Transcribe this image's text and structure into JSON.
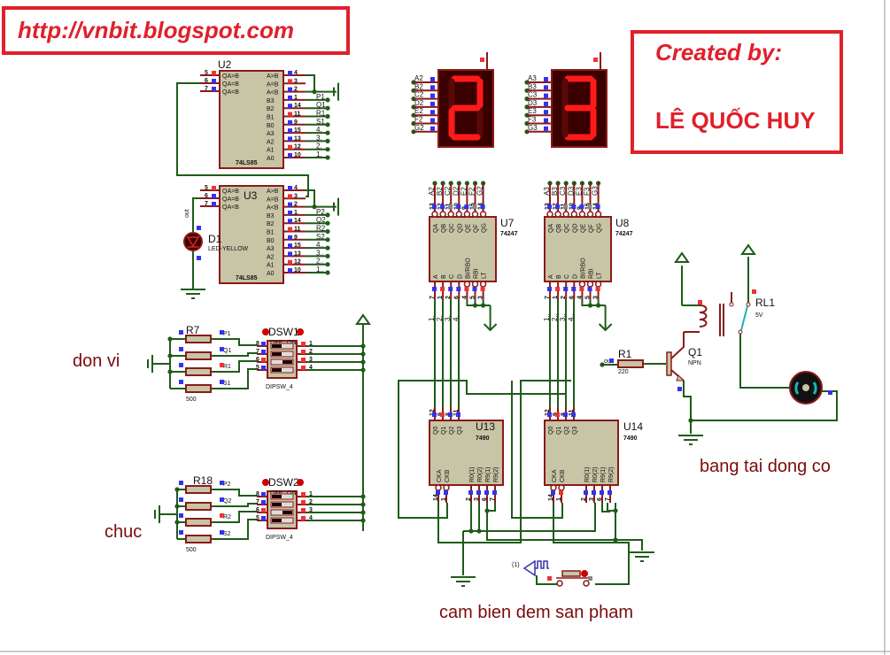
{
  "header_url": "http://vnbit.blogspot.com",
  "credit": {
    "line1": "Created by:",
    "line2": "LÊ QUỐC HUY"
  },
  "labels": {
    "don_vi": "don vi",
    "chuc": "chuc",
    "motor": "bang tai dong co",
    "sensor": "cam bien dem san pham"
  },
  "colors": {
    "wire": "#1f5c1a",
    "pin": "#8b1a1a",
    "body": "#c8c4a6",
    "accent_red": "#e0202a",
    "segment_on": "#ff1a1a",
    "display_bg": "#3a0000"
  },
  "comparators": [
    {
      "ref": "U2",
      "type": "74LS85",
      "left_pins": [
        {
          "num": "5",
          "name": "QA>B"
        },
        {
          "num": "6",
          "name": "QA=B"
        },
        {
          "num": "7",
          "name": "QA<B"
        }
      ],
      "right_pins": [
        {
          "num": "4",
          "name": "A>B",
          "net": ""
        },
        {
          "num": "3",
          "name": "A=B",
          "net": ""
        },
        {
          "num": "2",
          "name": "A<B",
          "net": ""
        },
        {
          "num": "1",
          "name": "B3",
          "net": "P1"
        },
        {
          "num": "14",
          "name": "B2",
          "net": "Q1"
        },
        {
          "num": "11",
          "name": "B1",
          "net": "R1"
        },
        {
          "num": "9",
          "name": "B0",
          "net": "S1"
        },
        {
          "num": "15",
          "name": "A3",
          "net": "4."
        },
        {
          "num": "13",
          "name": "A2",
          "net": "3."
        },
        {
          "num": "12",
          "name": "A1",
          "net": "2."
        },
        {
          "num": "10",
          "name": "A0",
          "net": "1."
        }
      ]
    },
    {
      "ref": "U3",
      "type": "74LS85",
      "left_pins": [
        {
          "num": "5",
          "name": "QA>B"
        },
        {
          "num": "6",
          "name": "QA=B"
        },
        {
          "num": "7",
          "name": "QA<B"
        }
      ],
      "right_pins": [
        {
          "num": "4",
          "name": "A>B",
          "net": ""
        },
        {
          "num": "3",
          "name": "A=B",
          "net": ""
        },
        {
          "num": "2",
          "name": "A<B",
          "net": ""
        },
        {
          "num": "1",
          "name": "B3",
          "net": "P2"
        },
        {
          "num": "14",
          "name": "B2",
          "net": "Q2"
        },
        {
          "num": "11",
          "name": "B1",
          "net": "R2"
        },
        {
          "num": "9",
          "name": "B0",
          "net": "S2"
        },
        {
          "num": "15",
          "name": "A3",
          "net": "4.."
        },
        {
          "num": "13",
          "name": "A2",
          "net": "3.."
        },
        {
          "num": "12",
          "name": "A1",
          "net": "2.."
        },
        {
          "num": "10",
          "name": "A0",
          "net": "1.."
        }
      ]
    }
  ],
  "led": {
    "ref": "D1",
    "type": "LED-YELLOW",
    "net": "out"
  },
  "dip_groups": [
    {
      "ref": "DSW1",
      "type": "DIPSW_4",
      "resistor_ref": "R7",
      "resistor_value": "500",
      "off_label": "OFF",
      "on_label": "ON",
      "nets": [
        "P1",
        "Q1",
        "R1",
        "S1"
      ],
      "left_pins": [
        "8",
        "7",
        "6",
        "5"
      ],
      "right_pins": [
        "1",
        "2",
        "3",
        "4"
      ],
      "switch_on": [
        false,
        false,
        true,
        false
      ]
    },
    {
      "ref": "DSW2",
      "type": "DIPSW_4",
      "resistor_ref": "R18",
      "resistor_value": "500",
      "off_label": "OFF",
      "on_label": "ON",
      "nets": [
        "P2",
        "Q2",
        "R2",
        "S2"
      ],
      "left_pins": [
        "8",
        "7",
        "6",
        "5"
      ],
      "right_pins": [
        "1",
        "2",
        "3",
        "4"
      ],
      "switch_on": [
        false,
        false,
        true,
        false
      ]
    }
  ],
  "displays": [
    {
      "digit": "2",
      "pins": [
        "A2",
        "B2",
        "C2",
        "D2",
        "E2",
        "F2",
        "G2"
      ]
    },
    {
      "digit": "3",
      "pins": [
        "A3",
        "B3",
        "C3",
        "D3",
        "E3",
        "F3",
        "G3"
      ]
    }
  ],
  "decoders": [
    {
      "ref": "U7",
      "type": "74247",
      "top_pins": [
        {
          "num": "13",
          "name": "QA",
          "net": "A2"
        },
        {
          "num": "12",
          "name": "QB",
          "net": "B2"
        },
        {
          "num": "11",
          "name": "QC",
          "net": "C2"
        },
        {
          "num": "10",
          "name": "QD",
          "net": "D2"
        },
        {
          "num": "9",
          "name": "QE",
          "net": "E2"
        },
        {
          "num": "15",
          "name": "QF",
          "net": "F2"
        },
        {
          "num": "14",
          "name": "QG",
          "net": "G2"
        }
      ],
      "bottom_pins": [
        {
          "num": "7",
          "name": "A",
          "net": "1."
        },
        {
          "num": "1",
          "name": "B",
          "net": "2."
        },
        {
          "num": "2",
          "name": "C",
          "net": "3."
        },
        {
          "num": "6",
          "name": "D",
          "net": "4."
        },
        {
          "num": "4",
          "name": "BI/RBO",
          "net": ""
        },
        {
          "num": "5",
          "name": "RBI",
          "net": ""
        },
        {
          "num": "3",
          "name": "LT",
          "net": ""
        }
      ]
    },
    {
      "ref": "U8",
      "type": "74247",
      "top_pins": [
        {
          "num": "13",
          "name": "QA",
          "net": "A3"
        },
        {
          "num": "12",
          "name": "QB",
          "net": "B3"
        },
        {
          "num": "11",
          "name": "QC",
          "net": "C3"
        },
        {
          "num": "10",
          "name": "QD",
          "net": "D3"
        },
        {
          "num": "9",
          "name": "QE",
          "net": "E3"
        },
        {
          "num": "15",
          "name": "QF",
          "net": "F3"
        },
        {
          "num": "14",
          "name": "QG",
          "net": "G3"
        }
      ],
      "bottom_pins": [
        {
          "num": "7",
          "name": "A",
          "net": "1.."
        },
        {
          "num": "1",
          "name": "B",
          "net": "2.."
        },
        {
          "num": "2",
          "name": "C",
          "net": "3.."
        },
        {
          "num": "6",
          "name": "D",
          "net": "4.."
        },
        {
          "num": "4",
          "name": "BI/RBO",
          "net": ""
        },
        {
          "num": "5",
          "name": "RBI",
          "net": ""
        },
        {
          "num": "3",
          "name": "LT",
          "net": ""
        }
      ]
    }
  ],
  "counters": [
    {
      "ref": "U13",
      "type": "7490",
      "top_pins": [
        {
          "num": "12",
          "name": "Q0"
        },
        {
          "num": "9",
          "name": "Q1"
        },
        {
          "num": "8",
          "name": "Q2"
        },
        {
          "num": "11",
          "name": "Q3"
        }
      ],
      "bottom_pins": [
        {
          "num": "14",
          "name": "CKA"
        },
        {
          "num": "1",
          "name": "CKB"
        },
        {
          "num": "2",
          "name": "R0(1)"
        },
        {
          "num": "3",
          "name": "R0(2)"
        },
        {
          "num": "6",
          "name": "R9(1)"
        },
        {
          "num": "7",
          "name": "R9(2)"
        }
      ]
    },
    {
      "ref": "U14",
      "type": "7490",
      "top_pins": [
        {
          "num": "12",
          "name": "Q0"
        },
        {
          "num": "9",
          "name": "Q1"
        },
        {
          "num": "8",
          "name": "Q2"
        },
        {
          "num": "11",
          "name": "Q3"
        }
      ],
      "bottom_pins": [
        {
          "num": "14",
          "name": "CKA"
        },
        {
          "num": "1",
          "name": "CKB"
        },
        {
          "num": "2",
          "name": "R0(1)"
        },
        {
          "num": "3",
          "name": "R0(2)"
        },
        {
          "num": "6",
          "name": "R9(1)"
        },
        {
          "num": "7",
          "name": "R9(2)"
        }
      ]
    }
  ],
  "driver": {
    "resistor": {
      "ref": "R1",
      "value": "220",
      "net": "out"
    },
    "transistor": {
      "ref": "Q1",
      "type": "NPN"
    },
    "relay": {
      "ref": "RL1",
      "value": "5V"
    },
    "motor": {
      "icon": "motor-icon"
    }
  },
  "sensor": {
    "source_label": "(1)",
    "icon": "pulse-source-icon"
  }
}
